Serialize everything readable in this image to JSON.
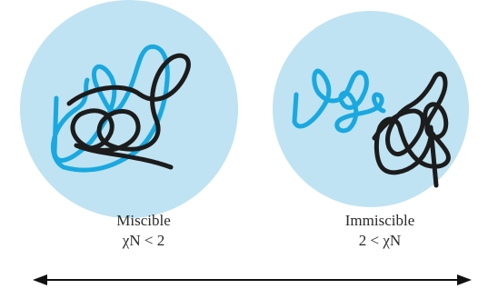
{
  "colors": {
    "background": "#ffffff",
    "circle_fill": "#bfe3f2",
    "polymer_blue": "#19a8e0",
    "polymer_black": "#1c1c1c",
    "arrow": "#111111",
    "text": "#2a2a2a"
  },
  "panels": [
    {
      "id": "miscible",
      "title": "Miscible",
      "condition": "χN < 2"
    },
    {
      "id": "immiscible",
      "title": "Immiscible",
      "condition": "2 < χN"
    }
  ],
  "arrow": {
    "style": "double-headed"
  }
}
